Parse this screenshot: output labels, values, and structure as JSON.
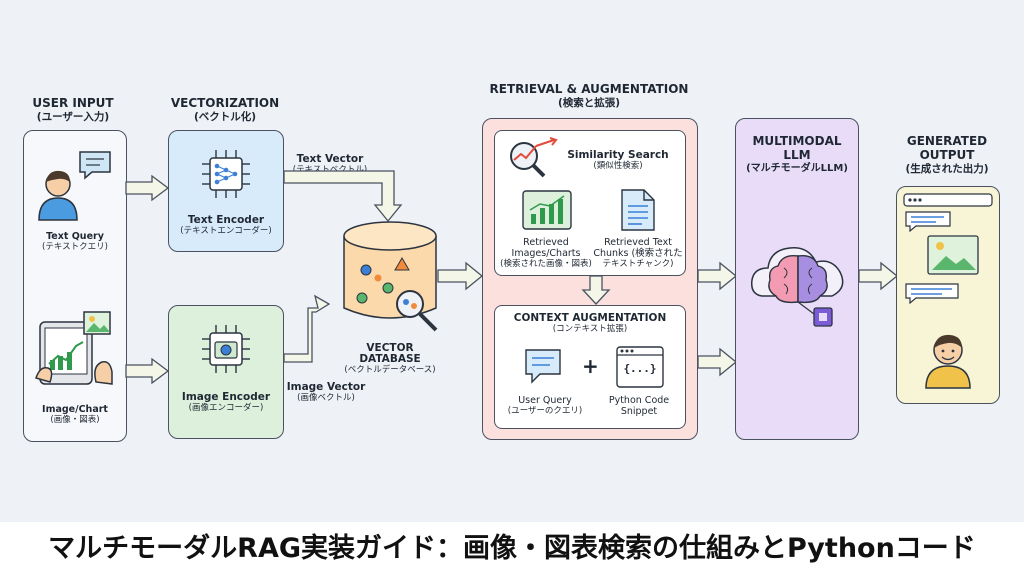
{
  "columns": {
    "user_input": {
      "title": "USER INPUT",
      "sub": "(ユーザー入力)"
    },
    "vectorization": {
      "title": "VECTORIZATION",
      "sub": "(ベクトル化)"
    },
    "retrieval": {
      "title": "RETRIEVAL & AUGMENTATION",
      "sub": "(検索と拡張)"
    },
    "llm": {
      "title": "MULTIMODAL",
      "title2": "LLM",
      "sub": "(マルチモーダルLLM)"
    },
    "output": {
      "title": "GENERATED",
      "title2": "OUTPUT",
      "sub": "(生成された出力)"
    }
  },
  "inputs": {
    "text_query": {
      "label": "Text Query",
      "sub": "(テキストクエリ)"
    },
    "image_chart": {
      "label": "Image/Chart",
      "sub": "(画像・図表)"
    }
  },
  "encoders": {
    "text": {
      "label": "Text Encoder",
      "sub": "(テキストエンコーダー)"
    },
    "image": {
      "label": "Image Encoder",
      "sub": "(画像エンコーダー)"
    }
  },
  "vectors": {
    "text": {
      "label": "Text Vector",
      "sub": "(テキストベクトル)"
    },
    "image": {
      "label": "Image Vector",
      "sub": "(画像ベクトル)"
    }
  },
  "database": {
    "line1": "VECTOR",
    "line2": "DATABASE",
    "sub": "(ベクトルデータベース)"
  },
  "similarity": {
    "label": "Similarity Search",
    "sub": "(類似性検索)"
  },
  "retrieved_images": {
    "l1": "Retrieved",
    "l2": "Images/Charts",
    "sub": "(検索された画像・図表)"
  },
  "retrieved_text": {
    "l1": "Retrieved Text",
    "l2": "Chunks (検索された",
    "l3": "テキストチャンク)"
  },
  "context": {
    "title": "CONTEXT AUGMENTATION",
    "sub": "(コンテキスト拡張)"
  },
  "user_query": {
    "label": "User Query",
    "sub": "(ユーザーのクエリ)"
  },
  "plus": "+",
  "code_glyph": "{...}",
  "python_code": {
    "l1": "Python Code",
    "l2": "Snippet"
  },
  "footer": "マルチモーダルRAG実装ガイド：画像・図表検索の仕組みとPythonコード",
  "colors": {
    "input_bg": "#f7f8fb",
    "text_encoder_bg": "#d8ebfa",
    "image_encoder_bg": "#dcf0dc",
    "retrieval_bg": "#fbe0de",
    "llm_bg": "#e8dcf8",
    "output_bg": "#f7f5d6",
    "arrow_fill": "#f4f6e8",
    "db_fill": "#fbd9aa"
  }
}
